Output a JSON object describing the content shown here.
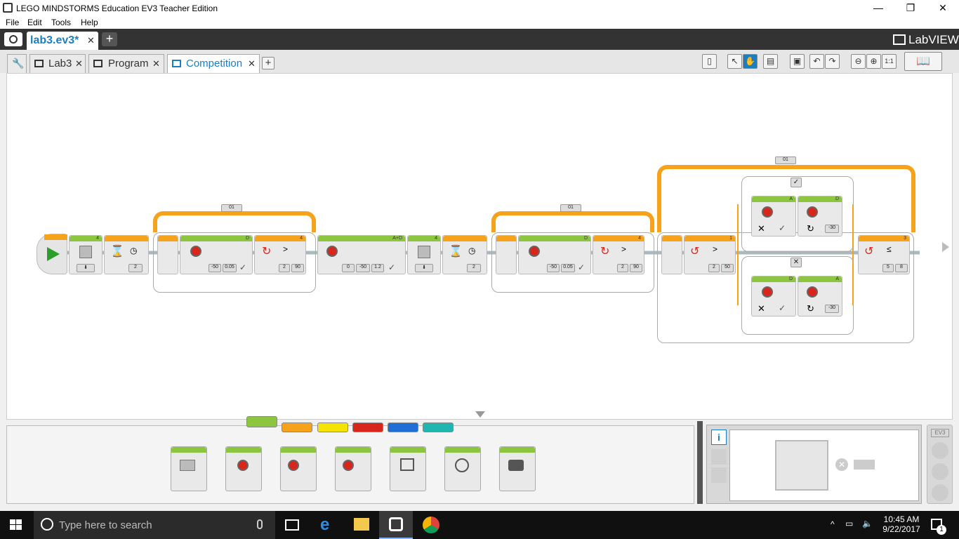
{
  "window": {
    "title": "LEGO MINDSTORMS Education EV3 Teacher Edition",
    "minimize": "—",
    "maximize": "❐",
    "close": "✕"
  },
  "menu": [
    "File",
    "Edit",
    "Tools",
    "Help"
  ],
  "project": {
    "tab_label": "lab3.ev3*",
    "add_label": "+",
    "brand": "LabVIEW"
  },
  "program_tabs": [
    {
      "label": "Lab3"
    },
    {
      "label": "Program"
    },
    {
      "label": "Competition"
    }
  ],
  "canvas": {
    "loop1_counter": "01",
    "loop2_counter": "01",
    "loop3_counter": "01",
    "switch_true": "✓",
    "switch_false": "✕",
    "blocks": [
      {
        "port": "4",
        "params": []
      },
      {
        "port": "",
        "params": [
          "2"
        ]
      },
      {
        "port": "D",
        "params": [
          "-50",
          "0.05"
        ]
      },
      {
        "port": "4",
        "params": [
          "2",
          "90"
        ]
      },
      {
        "port": "A+D",
        "params": [
          "0",
          "-50",
          "1.2"
        ]
      },
      {
        "port": "4",
        "params": []
      },
      {
        "port": "",
        "params": [
          "2"
        ]
      },
      {
        "port": "D",
        "params": [
          "-50",
          "0.05"
        ]
      },
      {
        "port": "4",
        "params": [
          "2",
          "90"
        ]
      },
      {
        "port": "1",
        "params": [
          "2",
          "50"
        ]
      },
      {
        "port": "A",
        "params": []
      },
      {
        "port": "D",
        "params": [
          "-30"
        ]
      },
      {
        "port": "D",
        "params": []
      },
      {
        "port": "A",
        "params": [
          "-30"
        ]
      },
      {
        "port": "3",
        "params": [
          "5",
          "8"
        ]
      }
    ]
  },
  "palette_colors": [
    "#8cc63f",
    "#f7a21b",
    "#f5e400",
    "#d9261c",
    "#1f6fd6",
    "#1fb5b0"
  ],
  "taskbar": {
    "search_placeholder": "Type here to search",
    "time": "10:45 AM",
    "date": "9/22/2017",
    "notifications": "1"
  }
}
